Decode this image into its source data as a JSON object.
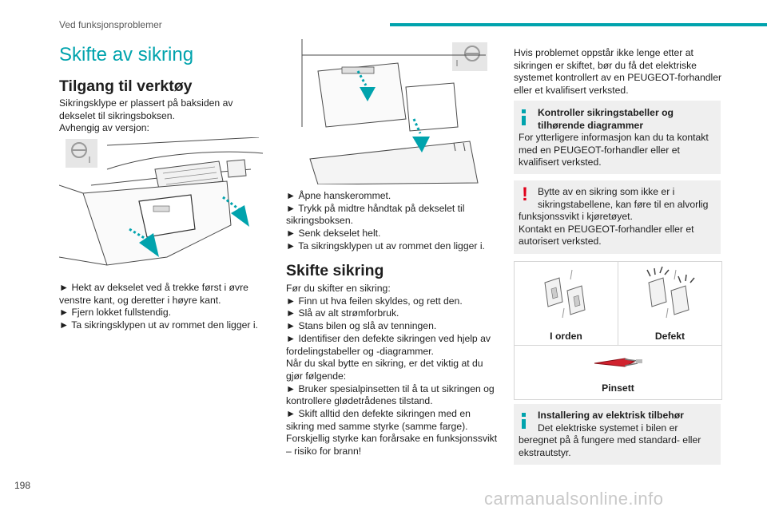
{
  "header": {
    "section": "Ved funksjonsproblemer"
  },
  "title": "Skifte av sikring",
  "col1": {
    "heading": "Tilgang til verktøy",
    "intro": [
      "Sikringsklype er plassert på baksiden av",
      "dekselet til sikringsboksen.",
      "Avhengig av versjon:"
    ],
    "steps": [
      "► Hekt av dekselet ved å trekke først i øvre",
      "venstre kant, og deretter i høyre kant.",
      "► Fjern lokket fullstendig.",
      "► Ta sikringsklypen ut av rommet den ligger i."
    ]
  },
  "col2": {
    "steps": [
      "► Åpne hanskerommet.",
      "► Trykk på midtre håndtak på dekselet til",
      "sikringsboksen.",
      "► Senk dekselet helt.",
      "► Ta sikringsklypen ut av rommet den ligger i."
    ],
    "heading": "Skifte sikring",
    "body": [
      "Før du skifter en sikring:",
      "► Finn ut hva feilen skyldes, og rett den.",
      "► Slå av alt strømforbruk.",
      "► Stans bilen og slå av tenningen.",
      "► Identifiser den defekte sikringen ved hjelp av",
      "fordelingstabeller og -diagrammer.",
      "Når du skal bytte en sikring, er det viktig at du",
      "gjør følgende:",
      "► Bruker spesialpinsetten til å ta ut sikringen og",
      "kontrollere glødetrådenes tilstand.",
      "► Skift alltid den defekte sikringen med en",
      "sikring med samme styrke (samme farge).",
      "Forskjellig styrke kan forårsake en funksjonssvikt",
      "– risiko for brann!"
    ]
  },
  "col3": {
    "intro": [
      "Hvis problemet oppstår ikke lenge etter at",
      "sikringen er skiftet, bør du få det elektriske",
      "systemet kontrollert av en PEUGEOT-forhandler",
      "eller et kvalifisert verksted."
    ],
    "info1": {
      "title": [
        "Kontroller sikringstabeller og",
        "tilhørende diagrammer"
      ],
      "body": [
        "For ytterligere informasjon kan du ta kontakt",
        "med en PEUGEOT-forhandler eller et",
        "kvalifisert verksted."
      ]
    },
    "warn": {
      "lines": [
        "Bytte av en sikring som ikke er i",
        "sikringstabellene, kan føre til en alvorlig",
        "funksjonssvikt i kjøretøyet.",
        "Kontakt en PEUGEOT-forhandler eller et",
        "autorisert verksted."
      ]
    },
    "table": {
      "ok_label": "I orden",
      "defect_label": "Defekt",
      "tweezers_label": "Pinsett"
    },
    "info2": {
      "title": "Installering av elektrisk tilbehør",
      "body": [
        "Det elektriske systemet i bilen er",
        "beregnet på å fungere med standard- eller",
        "ekstrautstyr."
      ]
    }
  },
  "footer": {
    "page_number": "198",
    "watermark": "carmanualsonline.info"
  },
  "colors": {
    "accent": "#00a3ad",
    "warning": "#e0001a",
    "box_bg": "#efefef"
  }
}
